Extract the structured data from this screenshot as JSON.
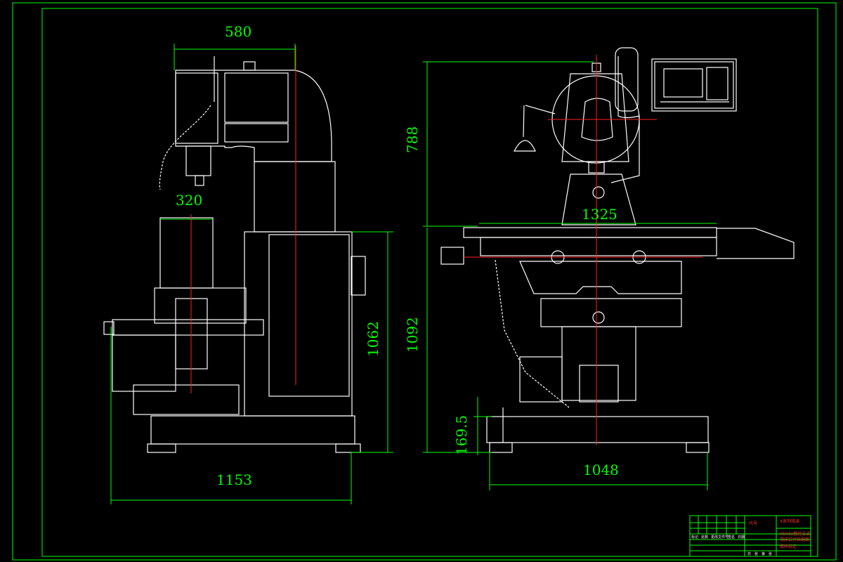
{
  "colors": {
    "background": "#000000",
    "geometry": "#ffffff",
    "dimension": "#00ff00",
    "centerline": "#ff2020",
    "hidden": "#ff33ff"
  },
  "dimensions": {
    "side_width_top": "580",
    "spindle_offset": "320",
    "side_base_width": "1153",
    "side_table_height": "1062",
    "front_upper_height": "788",
    "front_table_length": "1325",
    "front_total_height": "1092",
    "front_foot_height": "169.5",
    "front_base_width": "1048"
  },
  "title_block": {
    "cell_a": "代号",
    "cell_b": "X系列铣床",
    "cell_c1": "X5032数控立式",
    "cell_c2": "铣床设计装配图",
    "cell_d": "图样标记",
    "row_labels": [
      "标记",
      "处数",
      "更改文件号",
      "签名",
      "日期"
    ],
    "footer": [
      "共",
      "张",
      "第",
      "张"
    ]
  }
}
